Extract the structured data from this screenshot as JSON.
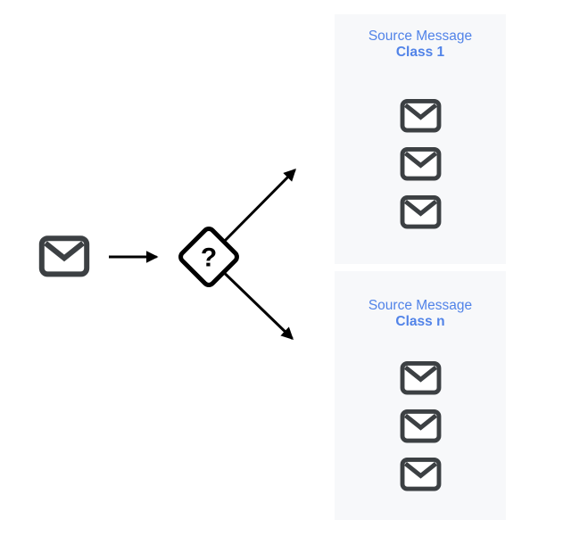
{
  "diagram": {
    "decision_label": "?",
    "input_icon": "envelope-icon",
    "panels": [
      {
        "title": "Source Message",
        "class_label": "Class 1",
        "envelope_count": 3
      },
      {
        "title": "Source Message",
        "class_label": "Class n",
        "envelope_count": 3
      }
    ],
    "colors": {
      "panel_background": "#f7f8fa",
      "panel_text_blue": "#5183e8",
      "envelope_stroke_gray": "#3c4043",
      "arrow_black": "#000000"
    }
  }
}
